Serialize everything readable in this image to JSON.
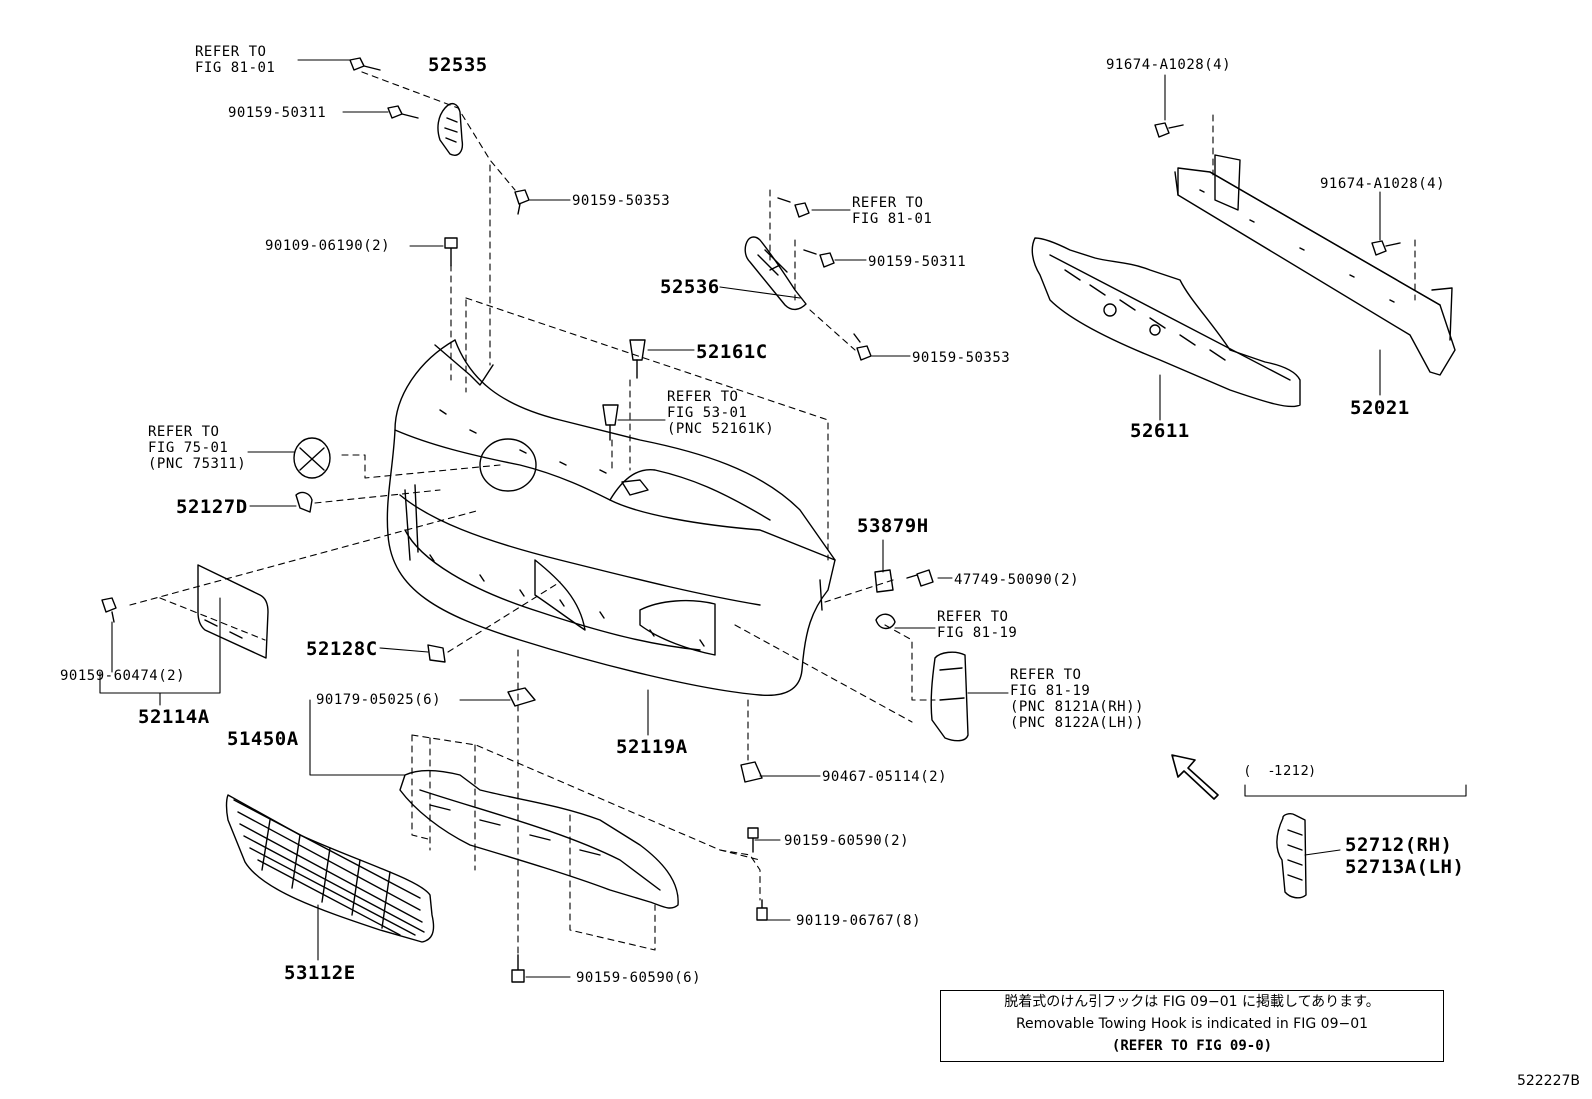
{
  "refs": {
    "fig8101_top": "REFER TO\nFIG 81-01",
    "fig8101_mid": "REFER TO\nFIG 81-01",
    "fig5301": "REFER TO\nFIG 53-01\n(PNC 52161K)",
    "fig7501": "REFER TO\nFIG 75-01\n(PNC 75311)",
    "fig8119_a": "REFER TO\nFIG 81-19",
    "fig8119_b": "REFER TO\nFIG 81-19\n(PNC 8121A(RH))\n(PNC 8122A(LH))"
  },
  "parts": {
    "p52535": "52535",
    "p90159_50311_a": "90159-50311",
    "p90159_50353_a": "90159-50353",
    "p90109_06190": "90109-06190(2)",
    "p52536": "52536",
    "p90159_50311_b": "90159-50311",
    "p90159_50353_b": "90159-50353",
    "p52161C": "52161C",
    "p52127D": "52127D",
    "p53879H": "53879H",
    "p47749_50090": "47749-50090(2)",
    "p52128C": "52128C",
    "p90159_60474": "90159-60474(2)",
    "p52114A": "52114A",
    "p90179_05025": "90179-05025(6)",
    "p51450A": "51450A",
    "p52119A": "52119A",
    "p90467_05114": "90467-05114(2)",
    "p90159_60590_2": "90159-60590(2)",
    "p90119_06767": "90119-06767(8)",
    "p90159_60590_6": "90159-60590(6)",
    "p53112E": "53112E",
    "p91674_a": "91674-A1028(4)",
    "p91674_b": "91674-A1028(4)",
    "p52611": "52611",
    "p52021": "52021",
    "p1212": "(    -1212)",
    "p52712": "52712(RH)\n52713A(LH)"
  },
  "note": {
    "line1": "脱着式のけん引フックは FIG 09−01 に掲載してあります。",
    "line2": "Removable Towing Hook is indicated in FIG 09−01",
    "line3": "(REFER TO FIG 09-0)"
  },
  "code": "522227B"
}
